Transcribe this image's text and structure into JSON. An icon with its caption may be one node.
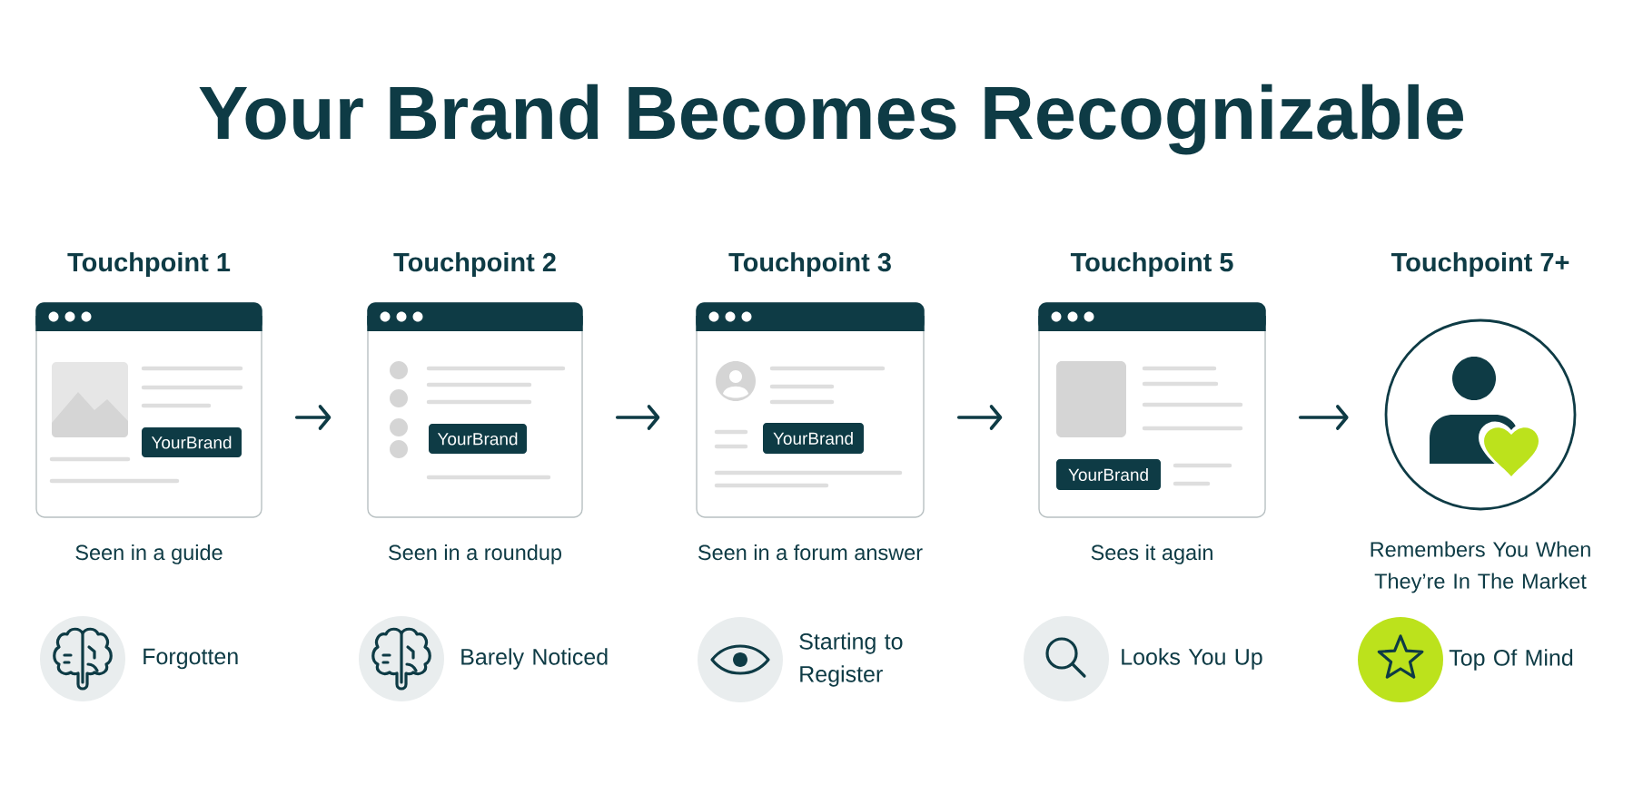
{
  "diagram": {
    "title": "Your Brand Becomes Recognizable",
    "nodes": [
      {
        "text": [
          "Touchpoint 1"
        ],
        "beside": [
          "Seen in a guide"
        ]
      },
      {
        "text": [
          "YourBrand"
        ],
        "in": 0
      },
      {
        "text": [
          "Touchpoint 2"
        ],
        "beside": [
          "Seen in a roundup"
        ]
      },
      {
        "text": [
          "YourBrand"
        ],
        "in": 2
      },
      {
        "text": [
          "Touchpoint 3"
        ],
        "beside": [
          "Seen in a forum answer"
        ]
      },
      {
        "text": [
          "YourBrand"
        ],
        "in": 4
      },
      {
        "text": [
          "Touchpoint 5"
        ],
        "beside": [
          "Sees it again"
        ]
      },
      {
        "text": [
          "YourBrand"
        ],
        "in": 6
      },
      {
        "text": [
          "Touchpoint 7+"
        ],
        "beside": [
          "Remembers You When They’re In The Market"
        ]
      }
    ],
    "edges": [
      {
        "from": 0,
        "to": 2,
        "arrow": "to"
      },
      {
        "from": 2,
        "to": 4,
        "arrow": "to"
      },
      {
        "from": 4,
        "to": 6,
        "arrow": "to"
      },
      {
        "from": 6,
        "to": 8,
        "arrow": "to"
      }
    ],
    "labels": [
      "Forgotten",
      "Barely Noticed",
      "Starting to Register",
      "Looks You Up",
      "Top Of Mind"
    ]
  }
}
